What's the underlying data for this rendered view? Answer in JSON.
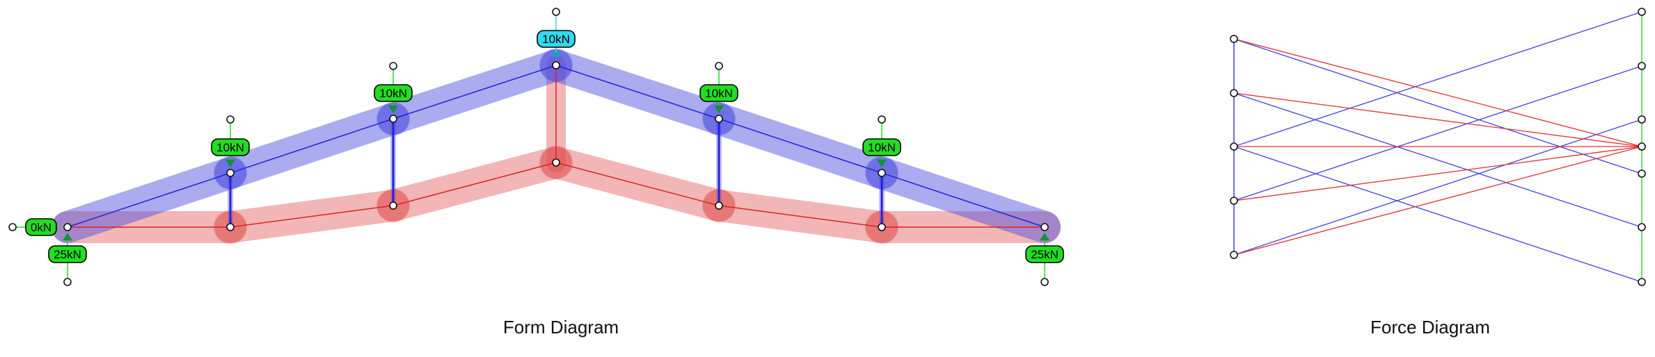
{
  "captions": {
    "form": "Form Diagram",
    "force": "Force Diagram"
  },
  "colors": {
    "compression": "#5050e0",
    "tension": "#e05050",
    "load": "#22dd22",
    "applied_load_highlight": "#33d9f0",
    "node_fill": "#ffffff",
    "node_stroke": "#111111"
  },
  "form_diagram": {
    "loads": [
      {
        "label": "10kN",
        "kind": "applied",
        "highlighted": true
      },
      {
        "label": "10kN",
        "kind": "applied",
        "highlighted": false
      },
      {
        "label": "10kN",
        "kind": "applied",
        "highlighted": false
      },
      {
        "label": "10kN",
        "kind": "applied",
        "highlighted": false
      },
      {
        "label": "10kN",
        "kind": "applied",
        "highlighted": false
      },
      {
        "label": "0kN",
        "kind": "horizontal-reaction",
        "highlighted": false
      },
      {
        "label": "25kN",
        "kind": "support-reaction",
        "highlighted": false
      },
      {
        "label": "25kN",
        "kind": "support-reaction",
        "highlighted": false
      }
    ]
  }
}
